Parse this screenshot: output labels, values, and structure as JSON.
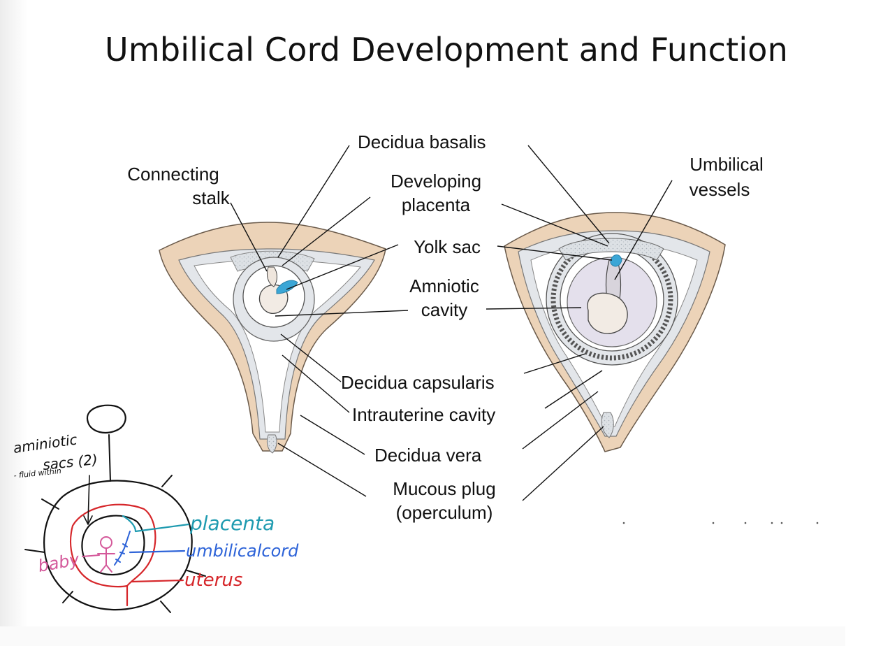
{
  "title": "Umbilical Cord Development and Function",
  "labels": {
    "decidua_basalis": "Decidua basalis",
    "connecting_stalk_1": "Connecting",
    "connecting_stalk_2": "stalk",
    "developing_placenta_1": "Developing",
    "developing_placenta_2": "placenta",
    "umbilical_vessels_1": "Umbilical",
    "umbilical_vessels_2": "vessels",
    "yolk_sac": "Yolk sac",
    "amniotic_cavity_1": "Amniotic",
    "amniotic_cavity_2": "cavity",
    "decidua_capsularis": "Decidua capsularis",
    "intrauterine_cavity": "Intrauterine cavity",
    "decidua_vera": "Decidua vera",
    "mucous_plug_1": "Mucous plug",
    "mucous_plug_2": "(operculum)"
  },
  "notes": {
    "aminiotic": "aminiotic",
    "sacs": "sacs (2)",
    "fluid": "- fluid within",
    "placenta": "placenta",
    "umbilical_cord": "umbilicalcord",
    "baby": "baby",
    "uterus": "uterus"
  },
  "colors": {
    "uterus_wall": "#ecd3b8",
    "decidua": "#e3e6ea",
    "cavity": "#ffffff",
    "yolk_sac": "#3aa6d6",
    "note_placenta": "#1f9bb0",
    "note_cord": "#2d63d8",
    "note_baby": "#d4589a",
    "note_uterus": "#d6262a"
  }
}
